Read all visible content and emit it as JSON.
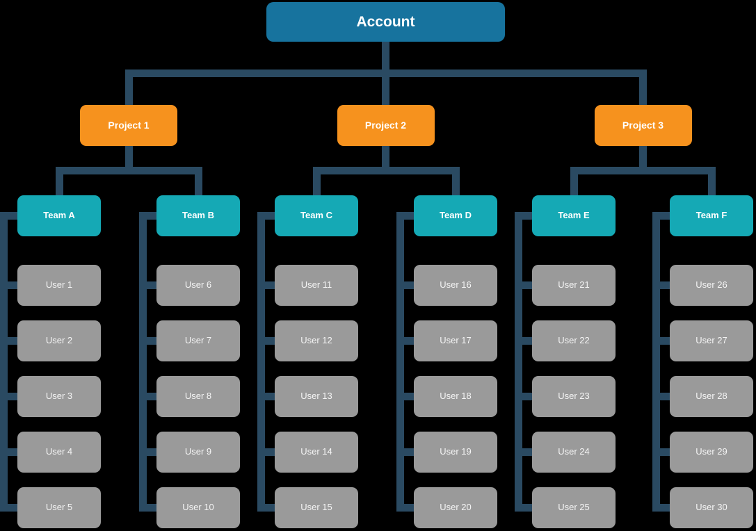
{
  "colors": {
    "background": "#000000",
    "connector": "#2a4a62",
    "account": "#17739e",
    "project": "#f6921e",
    "team": "#15a9b5",
    "user": "#9a9a9a",
    "text": "#ffffff"
  },
  "hierarchy": {
    "root": {
      "label": "Account"
    },
    "projects": [
      {
        "label": "Project 1",
        "teams": [
          {
            "label": "Team A",
            "users": [
              "User 1",
              "User 2",
              "User 3",
              "User 4",
              "User 5"
            ]
          },
          {
            "label": "Team B",
            "users": [
              "User 6",
              "User 7",
              "User 8",
              "User 9",
              "User 10"
            ]
          }
        ]
      },
      {
        "label": "Project 2",
        "teams": [
          {
            "label": "Team C",
            "users": [
              "User 11",
              "User 12",
              "User 13",
              "User 14",
              "User 15"
            ]
          },
          {
            "label": "Team D",
            "users": [
              "User 16",
              "User 17",
              "User 18",
              "User 19",
              "User 20"
            ]
          }
        ]
      },
      {
        "label": "Project 3",
        "teams": [
          {
            "label": "Team E",
            "users": [
              "User 21",
              "User 22",
              "User 23",
              "User 24",
              "User 25"
            ]
          },
          {
            "label": "Team F",
            "users": [
              "User 26",
              "User 27",
              "User 28",
              "User 29",
              "User 30"
            ]
          }
        ]
      }
    ]
  }
}
